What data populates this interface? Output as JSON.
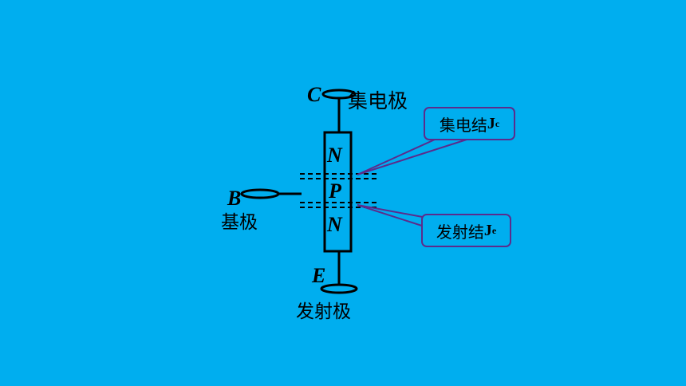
{
  "diagram": {
    "terminals": {
      "collector_letter": "C",
      "base_letter": "B",
      "emitter_letter": "E"
    },
    "regions": [
      "N",
      "P",
      "N"
    ],
    "labels": {
      "collector": "集电极",
      "base": "基极",
      "emitter": "发射极"
    },
    "junctions": {
      "collector_junction": {
        "text": "集电结",
        "symbol": "J",
        "subscript": "c"
      },
      "emitter_junction": {
        "text": "发射结",
        "symbol": "J",
        "subscript": "e"
      }
    },
    "colors": {
      "background": "#00AEEF",
      "stroke": "#000000",
      "callout_border": "#5B2C8C"
    }
  }
}
